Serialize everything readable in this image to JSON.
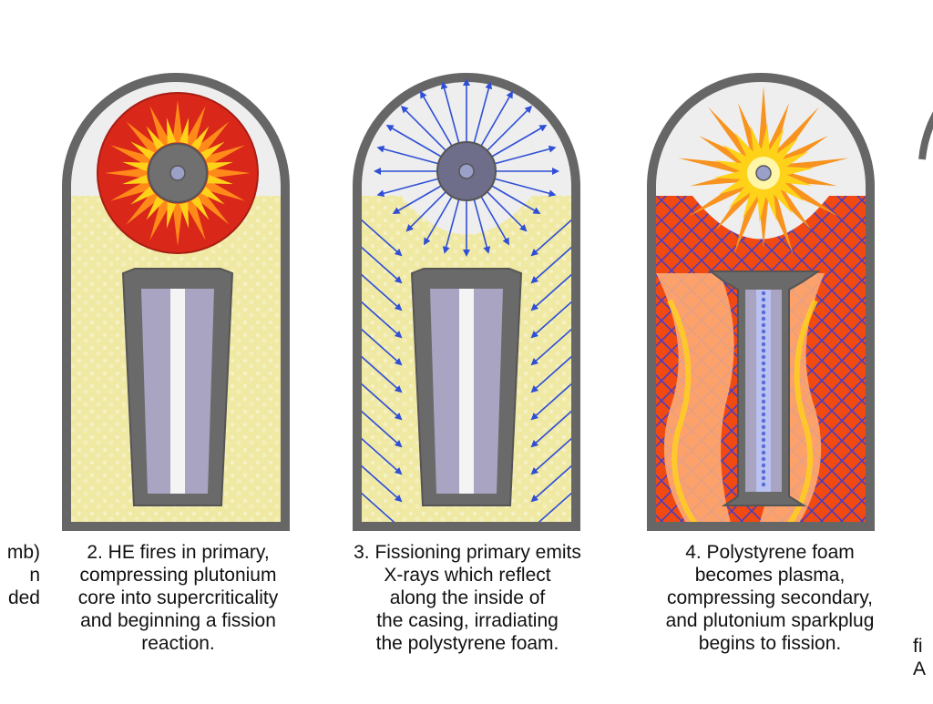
{
  "panels": [
    {
      "step": 2,
      "caption_lines": [
        "2. HE fires in primary,",
        "compressing plutonium",
        "core into supercriticality",
        "and beginning a fission",
        "reaction."
      ]
    },
    {
      "step": 3,
      "caption_lines": [
        "3. Fissioning primary emits",
        "X-rays which reflect",
        "along the inside of",
        "the casing, irradiating",
        "the polystyrene foam."
      ]
    },
    {
      "step": 4,
      "caption_lines": [
        "4. Polystyrene foam",
        "becomes plasma,",
        "compressing secondary,",
        "and plutonium sparkplug",
        "begins to fission."
      ]
    }
  ],
  "partial_left_caption": [
    "mb)",
    "n",
    "ded"
  ],
  "partial_right_caption": [
    "fi",
    "A"
  ],
  "colors": {
    "casing": "#666666",
    "foam": "#efe9a4",
    "xray": "#2f4fd6",
    "fireball_red": "#e3301b",
    "fireball_yellow": "#ffd21a",
    "plasma": "#f04a12",
    "secondary": "#a8a2c0"
  }
}
